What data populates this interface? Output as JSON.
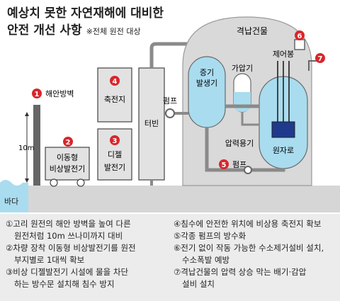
{
  "title": {
    "line1": "예상치 못한 자연재해에 대비한",
    "line2": "안전 개선 사항",
    "note": "※전체 원전 대상"
  },
  "labels": {
    "containment": "격납건물",
    "seawall": "해안방벽",
    "height": "10m",
    "sea": "바다",
    "battery": "축전지",
    "diesel": [
      "디젤",
      "발전기"
    ],
    "mobile_gen": [
      "이동형",
      "비상발전기"
    ],
    "turbine": "터빈",
    "pump_left": "펌프",
    "pump_bottom": "펌프",
    "steam_gen": [
      "증기",
      "발생기"
    ],
    "pressurizer": "가압기",
    "control_rod": "제어봉",
    "pressure_vessel": "압력용기",
    "reactor": "원자로"
  },
  "markers": [
    "1",
    "2",
    "3",
    "4",
    "5",
    "6",
    "7"
  ],
  "notes": {
    "left": [
      {
        "text": "①고리 원전의 해안 방벽을 높여 다른",
        "indent": false
      },
      {
        "text": "원전처럼 10m 쓰나미까지 대비",
        "indent": true
      },
      {
        "text": "②차량 장착 이동형 비상발전기를 원전",
        "indent": false
      },
      {
        "text": "부지별로 1대씩 확보",
        "indent": true
      },
      {
        "text": "③비상 디젤발전기 시설에 물을 차단",
        "indent": false
      },
      {
        "text": "하는 방수문 설치해 침수 방지",
        "indent": true
      }
    ],
    "right": [
      {
        "text": "④침수에 안전한 위치에 비상용 축전지 확보",
        "indent": false
      },
      {
        "text": "⑤각종 펌프의 방수화",
        "indent": false
      },
      {
        "text": "⑥전기 없이 작동 가능한 수소제거설비 설치,",
        "indent": false
      },
      {
        "text": "수소폭발 예방",
        "indent": true
      },
      {
        "text": "⑦격납건물의 압력 상승 막는 배기·감압",
        "indent": false
      },
      {
        "text": "설비 설치",
        "indent": true
      }
    ]
  },
  "colors": {
    "marker_red": "#d8262c",
    "water_blue": "#a9dcef",
    "pipe_gray": "#8a8a8a",
    "building_gray": "#d9d9d9",
    "notes_bg": "#ececec"
  }
}
